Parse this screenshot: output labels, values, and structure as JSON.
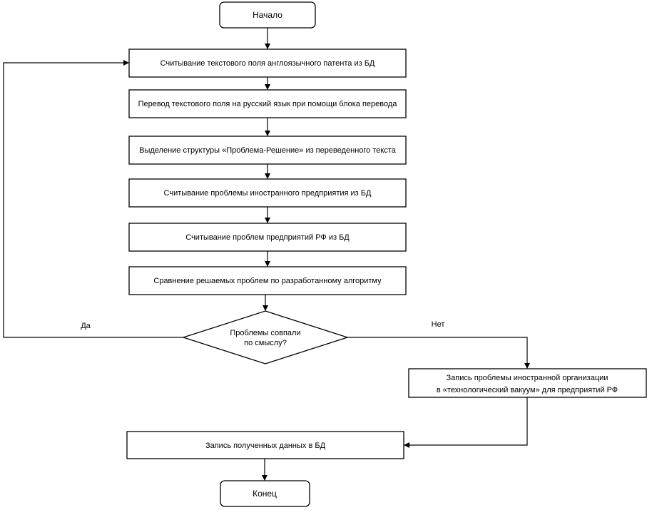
{
  "flowchart": {
    "start": "Начало",
    "steps": [
      "Считывание текстового поля англоязычного патента из БД",
      "Перевод текстового поля на русский язык при помощи блока перевода",
      "Выделение структуры «Проблема-Решение» из переведенного текста",
      "Считывание проблемы иностранного предприятия из БД",
      "Считывание проблем предприятий РФ из БД",
      "Сравнение решаемых проблем по разработанному алгоритму"
    ],
    "decision": {
      "line1": "Проблемы совпали",
      "line2": "по смыслу?",
      "yes_label": "Да",
      "no_label": "Нет"
    },
    "vacuum_box": {
      "line1": "Запись проблемы иностранной организации",
      "line2": "в «технологический вакуум» для предприятий РФ"
    },
    "save_step": "Запись полученных данных в БД",
    "end": "Конец"
  }
}
